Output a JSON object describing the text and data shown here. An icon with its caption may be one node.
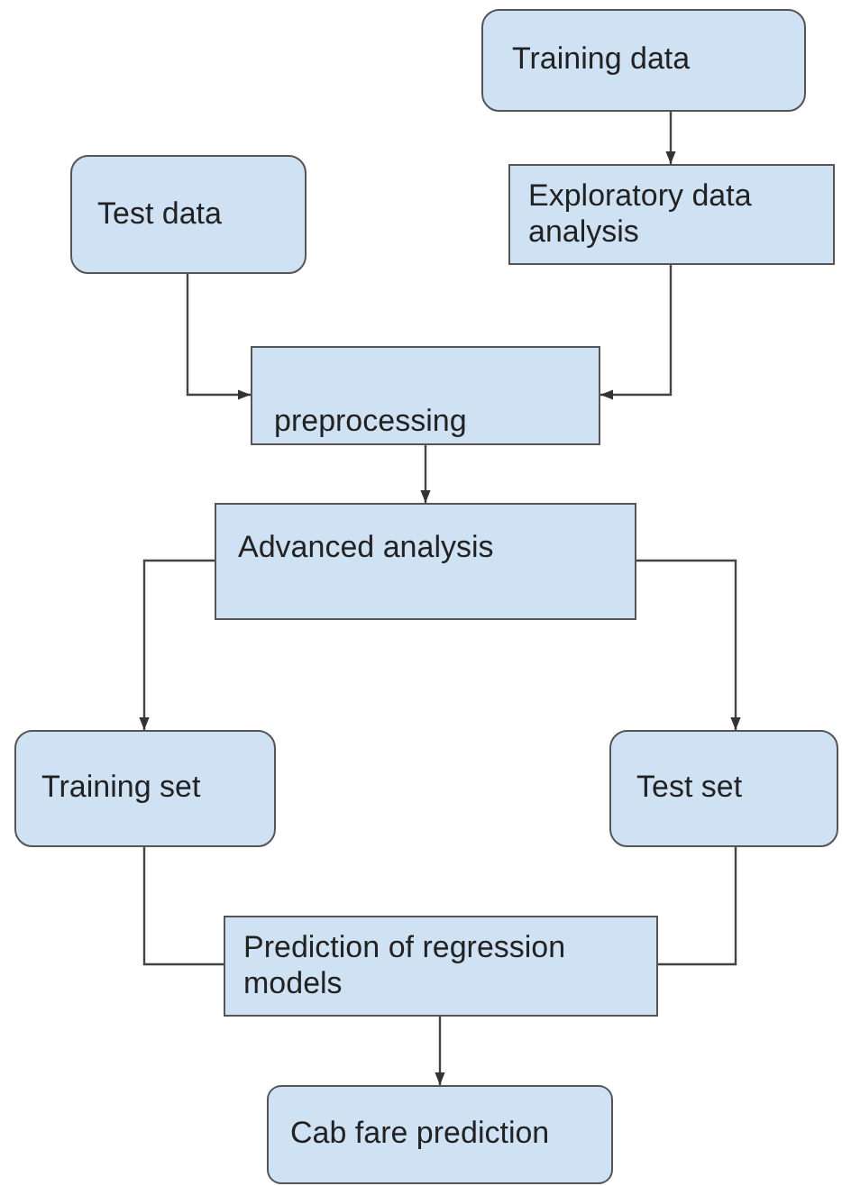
{
  "diagram": {
    "nodes": [
      {
        "text": [
          "Training data"
        ]
      },
      {
        "text": [
          "Test data"
        ]
      },
      {
        "text": [
          "Exploratory data analysis"
        ]
      },
      {
        "text": [
          "preprocessing"
        ]
      },
      {
        "text": [
          "Advanced analysis"
        ]
      },
      {
        "text": [
          "Training set"
        ]
      },
      {
        "text": [
          "Test set"
        ]
      },
      {
        "text": [
          "Prediction of regression models"
        ]
      },
      {
        "text": [
          "Cab fare prediction"
        ]
      }
    ],
    "edges": [
      {
        "from": 0,
        "to": 2,
        "arrow": "to"
      },
      {
        "from": 1,
        "to": 3,
        "arrow": "to"
      },
      {
        "from": 2,
        "to": 3,
        "arrow": "to"
      },
      {
        "from": 3,
        "to": 4,
        "arrow": "to"
      },
      {
        "from": 4,
        "to": 5,
        "arrow": "to"
      },
      {
        "from": 4,
        "to": 6,
        "arrow": "to"
      },
      {
        "from": 5,
        "to": 7,
        "arrow": "none"
      },
      {
        "from": 6,
        "to": 7,
        "arrow": "none"
      },
      {
        "from": 7,
        "to": 8,
        "arrow": "to"
      }
    ]
  }
}
